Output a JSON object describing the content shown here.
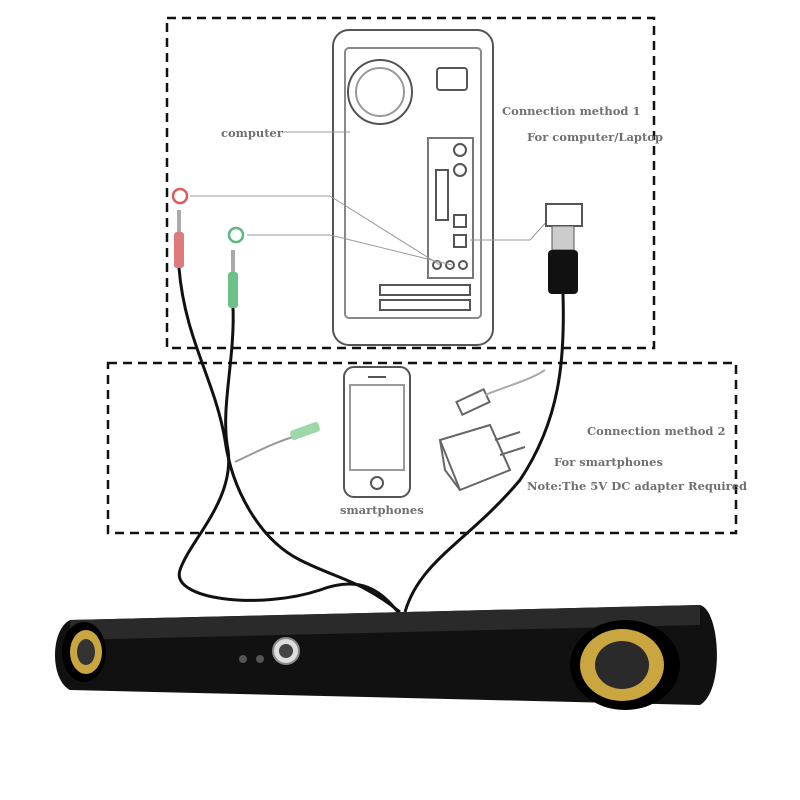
{
  "method1": {
    "title": "Connection method 1",
    "subtitle": "For computer/Laptop",
    "computer_label": "computer"
  },
  "method2": {
    "title": "Connection method 2",
    "subtitle": "For smartphones",
    "note": "Note:The 5V DC adapter Required",
    "phone_label": "smartphones"
  },
  "colors": {
    "mic_plug": "#e07a7a",
    "audio_plug": "#6cc08a",
    "speaker_body": "#111111",
    "speaker_ring": "#c9a640"
  }
}
